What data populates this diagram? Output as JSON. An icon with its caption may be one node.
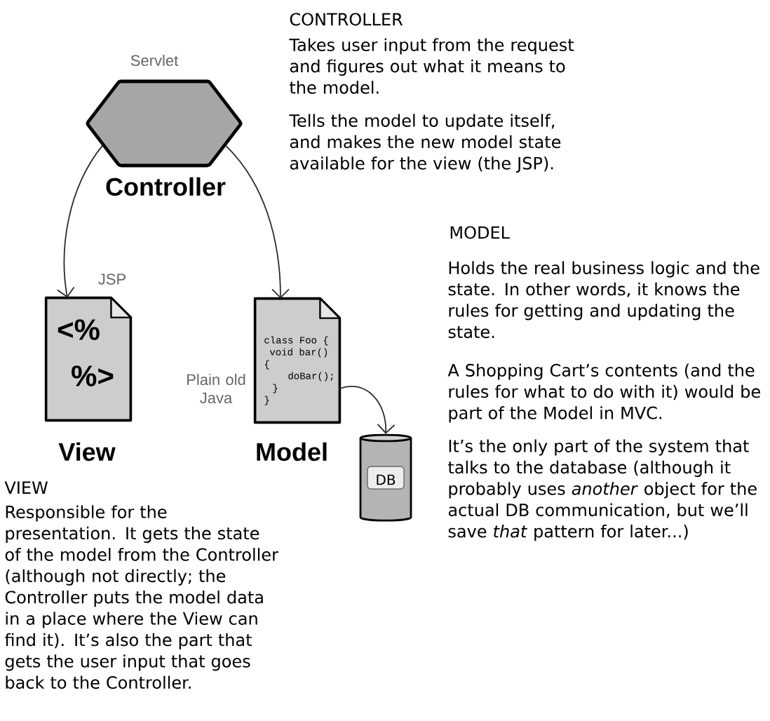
{
  "diagram": {
    "nodes": [
      {
        "text": [
          "Controller"
        ],
        "beside": [
          "Servlet"
        ]
      },
      {
        "text": [
          "<%",
          "%>",
          "View"
        ],
        "beside": [
          "JSP"
        ]
      },
      {
        "text": [
          "class Foo {",
          "void bar()",
          "{",
          "doBar();",
          "}",
          "}",
          "Model"
        ],
        "beside": [
          "Plain old Java"
        ]
      },
      {
        "text": [
          "DB"
        ]
      }
    ],
    "edges": [
      {
        "from": 0,
        "to": 1,
        "arrow": "to"
      },
      {
        "from": 0,
        "to": 2,
        "arrow": "to"
      },
      {
        "from": 2,
        "to": 3,
        "arrow": "to"
      }
    ],
    "labels": [
      "CONTROLLER",
      "Takes user input from the request and figures out what it means to the model.",
      "Tells the model to update itself, and makes the new model state available for the view (the JSP).",
      "MODEL",
      "Holds the real business logic and the state. In other words, it knows the rules for getting and updating the state.",
      "A Shopping Cart’s contents (and the rules for what to do with it) would be part of the Model in MVC.",
      "It’s the only part of the system that talks to the database (although it probably uses *another* object for the actual DB communication, but we’ll save *that* pattern for later...)",
      "VIEW",
      "Responsible for the presentation. It gets the state of the model from the Controller (although not directly; the Controller puts the model data in a place where the View can find it). It’s also the part that gets the user input that goes back to the Controller."
    ]
  }
}
